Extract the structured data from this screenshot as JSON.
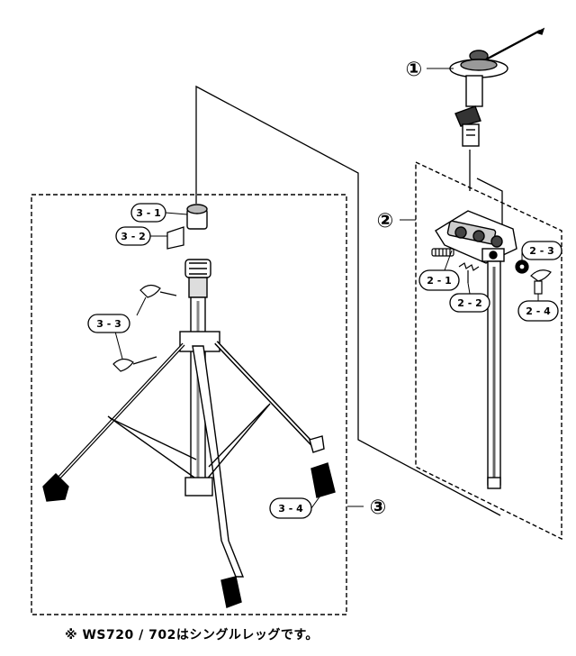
{
  "callouts": {
    "c1": "①",
    "c2": "②",
    "c3": "③"
  },
  "parts": {
    "p2_1": "2 - 1",
    "p2_2": "2 - 2",
    "p2_3": "2 - 3",
    "p2_4": "2 - 4",
    "p3_1": "3 - 1",
    "p3_2": "3 - 2",
    "p3_3": "3 - 3",
    "p3_4": "3 - 4"
  },
  "footnote": "※ WS720 / 702はシングルレッグです。"
}
